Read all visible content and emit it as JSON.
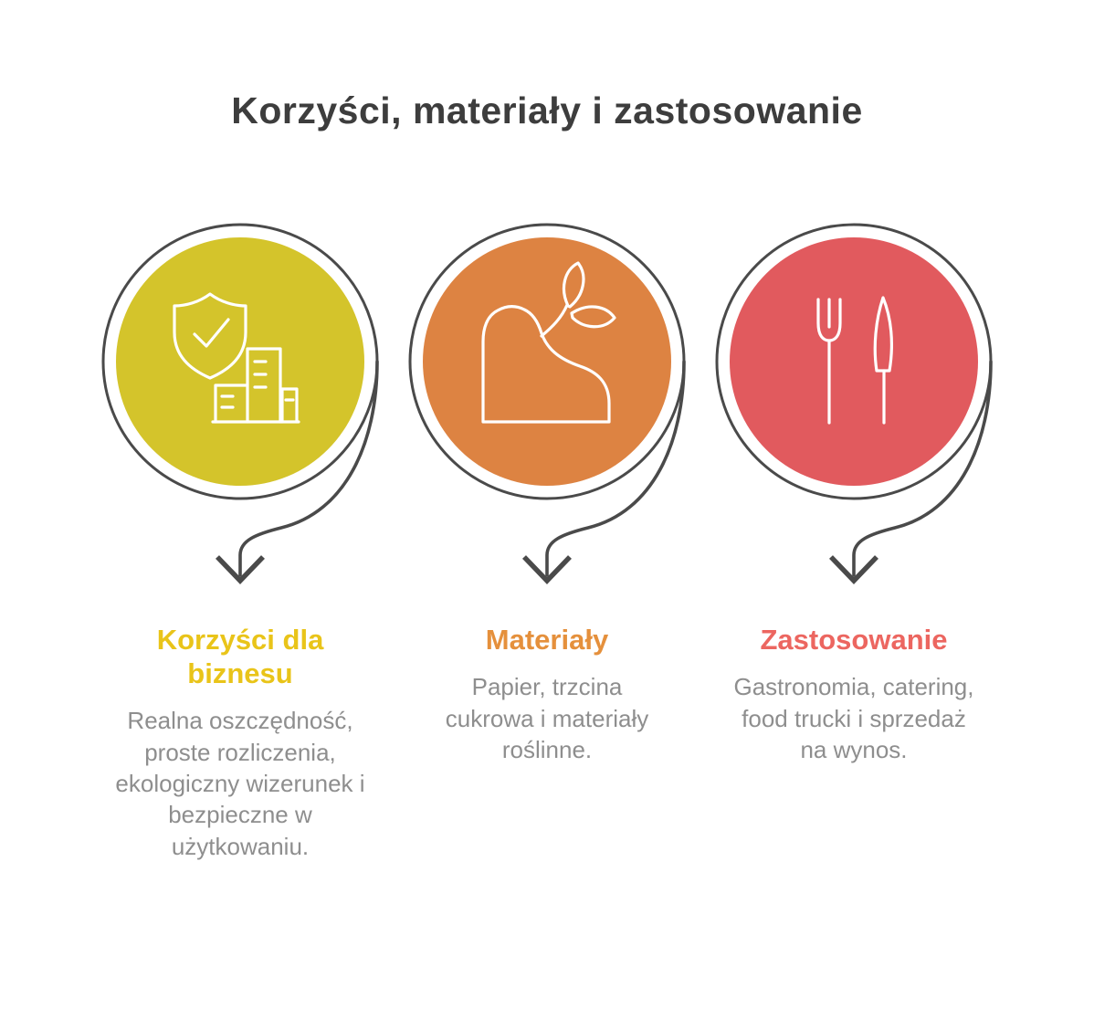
{
  "title": "Korzyści, materiały i zastosowanie",
  "colors": {
    "title_text": "#3d3d3d",
    "body_text": "#8e8e8e",
    "line_gray": "#4a4a4a",
    "yellow_circle": "#d4c42b",
    "yellow_heading": "#e9c419",
    "orange_circle": "#dd8342",
    "orange_heading": "#e5903c",
    "red_circle": "#e15a5e",
    "red_heading": "#ec6660"
  },
  "sections": [
    {
      "id": "benefits",
      "icon": "shield-check-buildings-icon",
      "heading": "Korzyści dla biznesu",
      "body": "Realna oszczędność, proste rozliczenia, ekologiczny wizerunek i bezpieczne w użytkowaniu.",
      "circle_color": "#d4c42b",
      "heading_color": "#e9c419"
    },
    {
      "id": "materials",
      "icon": "plant-sprout-icon",
      "heading": "Materiały",
      "body": "Papier, trzcina cukrowa i materiały roślinne.",
      "circle_color": "#dd8342",
      "heading_color": "#e5903c"
    },
    {
      "id": "applications",
      "icon": "fork-knife-icon",
      "heading": "Zastosowanie",
      "body": "Gastronomia, catering, food trucki i sprzedaż na wynos.",
      "circle_color": "#e15a5e",
      "heading_color": "#ec6660"
    }
  ]
}
